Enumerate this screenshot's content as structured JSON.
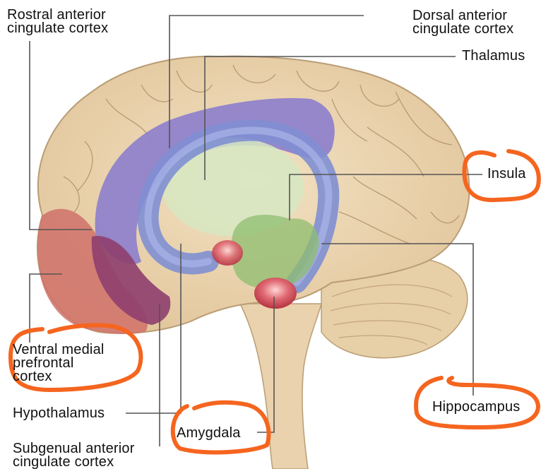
{
  "labels": {
    "rostral_acc": "Rostral anterior\ncingulate cortex",
    "dorsal_acc": "Dorsal anterior\ncingulate cortex",
    "thalamus": "Thalamus",
    "insula": "Insula",
    "vmpfc": "Ventral medial\nprefrontal\ncortex",
    "hypothalamus": "Hypothalamus",
    "amygdala": "Amygdala",
    "hippocampus": "Hippocampus",
    "subgenual_acc": "Subgenual anterior\ncingulate cortex"
  },
  "colors": {
    "cortex": "#ecd7b4",
    "cortex_outline": "#b99d74",
    "cingulate": "#8c80cc",
    "fornix": "#7f8fd1",
    "thalamus": "#d3e6bf",
    "insula_overlay": "#8dbd6f",
    "vmpfc": "#d0716a",
    "subgenual": "#8e3f6e",
    "hypothalamus": "#e8a0a8",
    "amygdala": "#d84f5e",
    "annotation_circle": "#f5651f",
    "leader_line": "#555555"
  }
}
